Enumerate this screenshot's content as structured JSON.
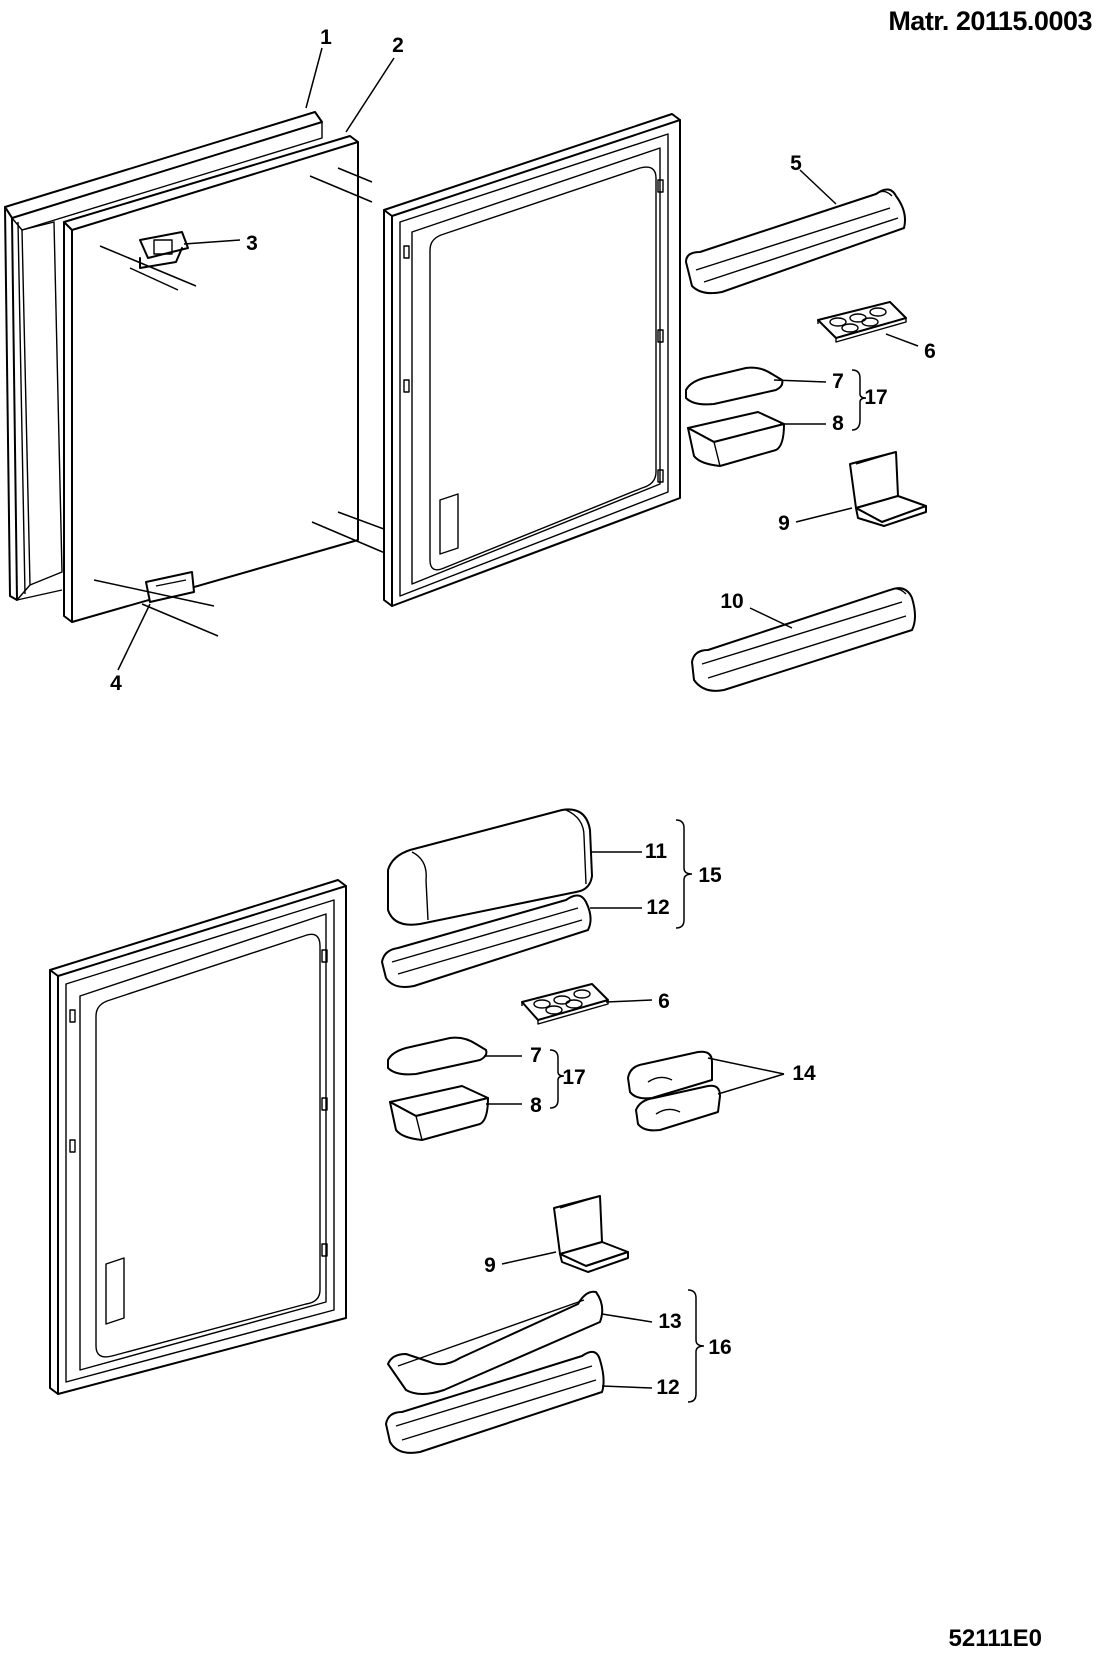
{
  "header": {
    "reference": "Matr. 20115.0003"
  },
  "footer": {
    "code": "52111E0"
  },
  "callouts": {
    "gasket": "1",
    "outer_panel": "2",
    "upper_hinge": "3",
    "lower_hinge": "4",
    "top_door_shelf": "5",
    "egg_tray_top": "6",
    "butter_lid_top": "7",
    "butter_box_top": "8",
    "butter_group_top": "17",
    "bottle_holder_top": "9",
    "bottom_shelf_top": "10",
    "dairy_lid": "11",
    "dairy_shelf": "12",
    "dairy_group": "15",
    "egg_tray_bottom": "6",
    "butter_lid_bottom": "7",
    "butter_box_bottom": "8",
    "butter_group_bottom": "17",
    "bottle_clips": "14",
    "bottle_holder_bottom": "9",
    "bottle_guard": "13",
    "bottle_shelf": "12",
    "bottle_group": "16"
  }
}
